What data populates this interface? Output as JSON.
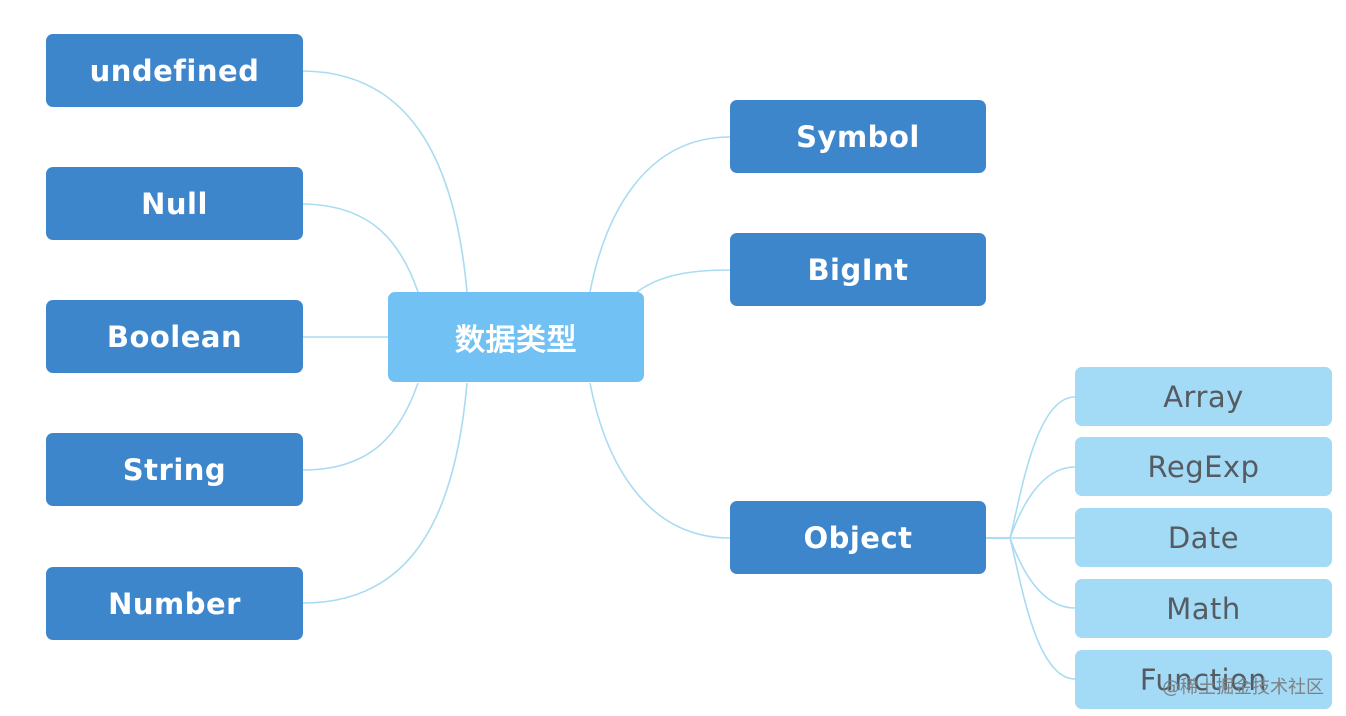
{
  "root": {
    "label": "数据类型"
  },
  "primitives": [
    {
      "label": "undefined"
    },
    {
      "label": "Null"
    },
    {
      "label": "Boolean"
    },
    {
      "label": "String"
    },
    {
      "label": "Number"
    }
  ],
  "es6_primitives": [
    {
      "label": "Symbol"
    },
    {
      "label": "BigInt"
    }
  ],
  "object": {
    "label": "Object",
    "children": [
      {
        "label": "Array"
      },
      {
        "label": "RegExp"
      },
      {
        "label": "Date"
      },
      {
        "label": "Math"
      },
      {
        "label": "Function"
      }
    ]
  },
  "watermark": "@稀土掘金技术社区",
  "colors": {
    "primary": "#3d86cb",
    "root": "#72c1f4",
    "sub": "#a3daf5",
    "line": "#a9dcf2"
  }
}
